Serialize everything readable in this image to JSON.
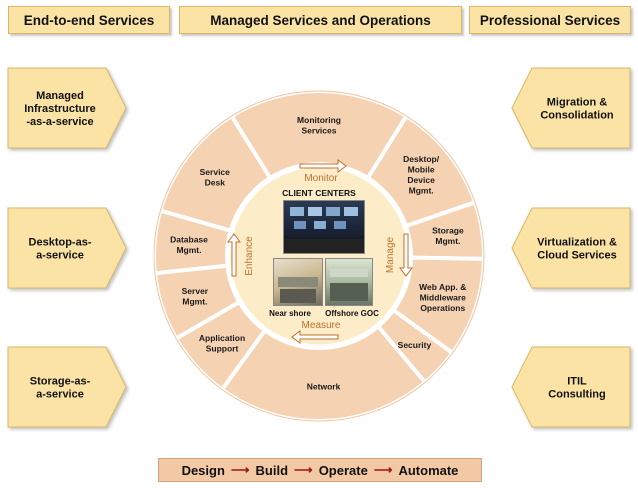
{
  "headers": {
    "left": "End-to-end Services",
    "center": "Managed Services and Operations",
    "right": "Professional Services"
  },
  "left_items": [
    {
      "lines": [
        "Managed",
        "Infrastructure",
        "-as-a-service"
      ]
    },
    {
      "lines": [
        "Desktop-as-",
        "a-service"
      ]
    },
    {
      "lines": [
        "Storage-as-",
        "a-service"
      ]
    }
  ],
  "right_items": [
    {
      "lines": [
        "Migration &",
        "Consolidation"
      ]
    },
    {
      "lines": [
        "Virtualization &",
        "Cloud Services"
      ]
    },
    {
      "lines": [
        "ITIL",
        "Consulting"
      ]
    }
  ],
  "ring_segments": [
    {
      "lines": [
        "Monitoring",
        "Services"
      ]
    },
    {
      "lines": [
        "Desktop/",
        "Mobile",
        "Device",
        "Mgmt."
      ]
    },
    {
      "lines": [
        "Storage",
        "Mgmt."
      ]
    },
    {
      "lines": [
        "Web App. &",
        "Middleware",
        "Operations"
      ]
    },
    {
      "lines": [
        "Security"
      ]
    },
    {
      "lines": [
        "Network"
      ]
    },
    {
      "lines": [
        "Application",
        "Support"
      ]
    },
    {
      "lines": [
        "Server",
        "Mgmt."
      ]
    },
    {
      "lines": [
        "Database",
        "Mgmt."
      ]
    },
    {
      "lines": [
        "Service",
        "Desk"
      ]
    }
  ],
  "center": {
    "title": "CLIENT CENTERS",
    "photo_left_caption": "Near shore",
    "photo_right_caption": "Offshore GOC"
  },
  "cycle": {
    "monitor": "Monitor",
    "manage": "Manage",
    "measure": "Measure",
    "enhance": "Enhance"
  },
  "bottom": {
    "steps": [
      "Design",
      "Build",
      "Operate",
      "Automate"
    ]
  },
  "colors": {
    "header_fill": "#fbe3a6",
    "chevron_fill": "#fbe3a6",
    "ring_fill": "#f5d2b2",
    "ring_border": "#ffffff",
    "center_fill": "#fdecc8",
    "arrow_color": "#c0712b",
    "bottom_fill": "#f3c9a5",
    "bottom_arrow": "#a0161a"
  }
}
